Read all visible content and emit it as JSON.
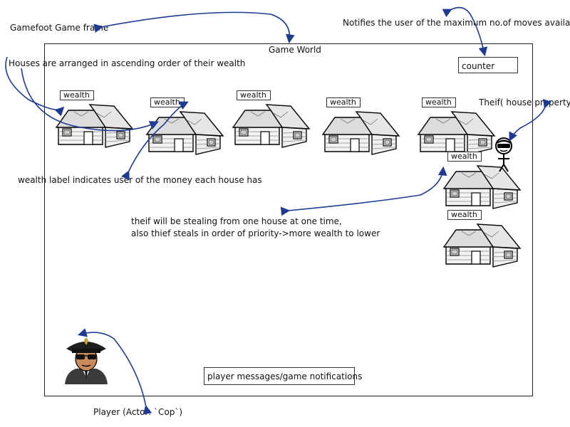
{
  "labels": {
    "frame": "Gamefoot Game frame",
    "moves": "Notifies the user of the maximum no.of moves available",
    "world": "Game World",
    "houses_order": "Houses are arranged in ascending order of their wealth",
    "thief_property": "Theif( house property)",
    "wealth_label": "wealth label indicates user of the money each house has",
    "thief_line1": "theif will be stealing from one house at one time,",
    "thief_line2": "also thief steals in order of priority->more wealth to lower",
    "player": "Player (Actor: `Cop`)"
  },
  "counter": "counter",
  "messages": "player messages/game notifications",
  "wealth_tag": "wealth",
  "icons": {
    "house": "house-icon",
    "cop": "cop-icon",
    "thief": "thief-icon"
  },
  "colors": {
    "arrow": "#1f3a93"
  }
}
